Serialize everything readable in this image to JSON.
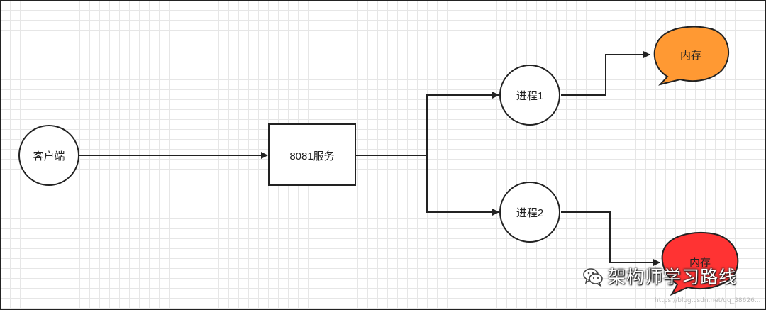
{
  "nodes": {
    "client": "客户端",
    "service": "8081服务",
    "process1": "进程1",
    "process2": "进程2",
    "memory1": "内存",
    "memory2": "内存"
  },
  "colors": {
    "memory1_fill": "#FF9933",
    "memory2_fill": "#FF3333",
    "stroke": "#222222",
    "grid": "#e6e6e6"
  },
  "watermark": {
    "text": "架构师学习路线",
    "url": "https://blog.csdn.net/qq_38626..."
  }
}
